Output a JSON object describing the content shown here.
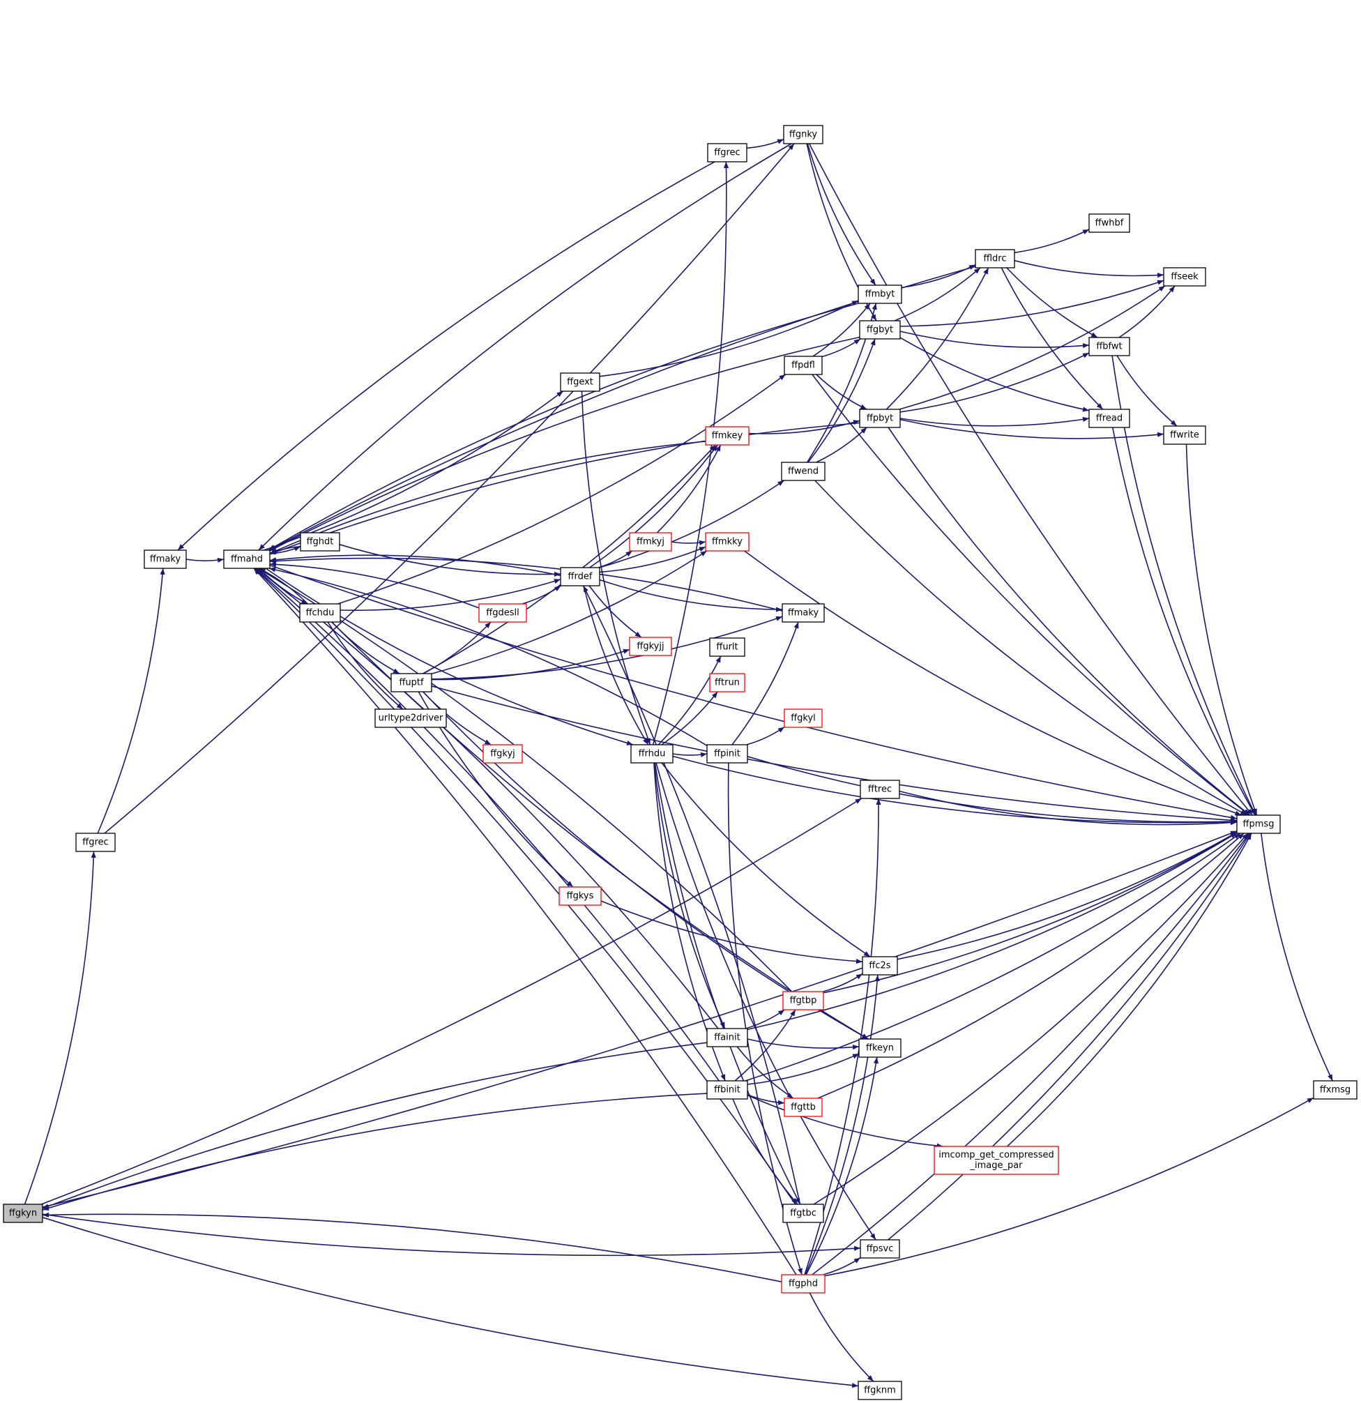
{
  "graph": {
    "nodes": [
      {
        "id": "ffgkyn",
        "label": "ffgkyn",
        "style": "root"
      },
      {
        "id": "ffgrec1",
        "label": "ffgrec",
        "style": "normal"
      },
      {
        "id": "ffmaky1",
        "label": "ffmaky",
        "style": "normal"
      },
      {
        "id": "ffmahd",
        "label": "ffmahd",
        "style": "normal"
      },
      {
        "id": "ffghdt",
        "label": "ffghdt",
        "style": "normal"
      },
      {
        "id": "ffchdu",
        "label": "ffchdu",
        "style": "normal"
      },
      {
        "id": "ffuptf",
        "label": "ffuptf",
        "style": "normal"
      },
      {
        "id": "urltype2driver",
        "label": "urltype2driver",
        "style": "normal"
      },
      {
        "id": "ffgdesll",
        "label": "ffgdesll",
        "style": "red"
      },
      {
        "id": "ffgext",
        "label": "ffgext",
        "style": "normal"
      },
      {
        "id": "ffrdef",
        "label": "ffrdef",
        "style": "normal"
      },
      {
        "id": "ffgkyj",
        "label": "ffgkyj",
        "style": "red"
      },
      {
        "id": "ffgkys",
        "label": "ffgkys",
        "style": "red"
      },
      {
        "id": "ffmkyj",
        "label": "ffmkyj",
        "style": "red"
      },
      {
        "id": "ffmkky",
        "label": "ffmkky",
        "style": "red"
      },
      {
        "id": "ffgkyjj",
        "label": "ffgkyjj",
        "style": "red"
      },
      {
        "id": "ffmkey",
        "label": "ffmkey",
        "style": "red"
      },
      {
        "id": "ffrhdu",
        "label": "ffrhdu",
        "style": "normal"
      },
      {
        "id": "ffgrec2",
        "label": "ffgrec",
        "style": "normal"
      },
      {
        "id": "ffurlt",
        "label": "ffurlt",
        "style": "normal"
      },
      {
        "id": "fftrun",
        "label": "fftrun",
        "style": "red"
      },
      {
        "id": "ffpinit",
        "label": "ffpinit",
        "style": "normal"
      },
      {
        "id": "ffainit",
        "label": "ffainit",
        "style": "normal"
      },
      {
        "id": "ffbinit",
        "label": "ffbinit",
        "style": "normal"
      },
      {
        "id": "ffgnky",
        "label": "ffgnky",
        "style": "normal"
      },
      {
        "id": "ffpdfl",
        "label": "ffpdfl",
        "style": "normal"
      },
      {
        "id": "ffwend",
        "label": "ffwend",
        "style": "normal"
      },
      {
        "id": "ffmaky2",
        "label": "ffmaky",
        "style": "normal"
      },
      {
        "id": "ffgkyl",
        "label": "ffgkyl",
        "style": "red"
      },
      {
        "id": "ffgtbp",
        "label": "ffgtbp",
        "style": "red"
      },
      {
        "id": "ffgttb",
        "label": "ffgttb",
        "style": "red"
      },
      {
        "id": "ffgtbc",
        "label": "ffgtbc",
        "style": "normal"
      },
      {
        "id": "ffgphd",
        "label": "ffgphd",
        "style": "red"
      },
      {
        "id": "ffmbyt",
        "label": "ffmbyt",
        "style": "normal"
      },
      {
        "id": "ffgbyt",
        "label": "ffgbyt",
        "style": "normal"
      },
      {
        "id": "ffpbyt",
        "label": "ffpbyt",
        "style": "normal"
      },
      {
        "id": "fftrec",
        "label": "fftrec",
        "style": "normal"
      },
      {
        "id": "ffc2s",
        "label": "ffc2s",
        "style": "normal"
      },
      {
        "id": "ffkeyn",
        "label": "ffkeyn",
        "style": "normal"
      },
      {
        "id": "ffpsvc",
        "label": "ffpsvc",
        "style": "normal"
      },
      {
        "id": "ffgknm",
        "label": "ffgknm",
        "style": "normal"
      },
      {
        "id": "imcomp",
        "label": "imcomp_get_compressed\n_image_par",
        "style": "red"
      },
      {
        "id": "ffldrc",
        "label": "ffldrc",
        "style": "normal"
      },
      {
        "id": "ffwhbf",
        "label": "ffwhbf",
        "style": "normal"
      },
      {
        "id": "ffbfwt",
        "label": "ffbfwt",
        "style": "normal"
      },
      {
        "id": "ffread",
        "label": "ffread",
        "style": "normal"
      },
      {
        "id": "ffseek",
        "label": "ffseek",
        "style": "normal"
      },
      {
        "id": "ffwrite",
        "label": "ffwrite",
        "style": "normal"
      },
      {
        "id": "ffpmsg",
        "label": "ffpmsg",
        "style": "normal"
      },
      {
        "id": "ffxmsg",
        "label": "ffxmsg",
        "style": "normal"
      }
    ],
    "edges": [
      [
        "ffgkyn",
        "ffpmsg"
      ],
      [
        "ffgkyn",
        "ffgrec1"
      ],
      [
        "ffgkyn",
        "fftrec"
      ],
      [
        "ffgkyn",
        "ffpsvc"
      ],
      [
        "ffgkyn",
        "ffgknm"
      ],
      [
        "ffgrec1",
        "ffmaky1"
      ],
      [
        "ffgrec1",
        "ffgnky"
      ],
      [
        "ffmaky1",
        "ffmahd"
      ],
      [
        "ffmahd",
        "ffghdt"
      ],
      [
        "ffmahd",
        "ffchdu"
      ],
      [
        "ffmahd",
        "ffgext"
      ],
      [
        "ffmahd",
        "ffrhdu"
      ],
      [
        "ffmahd",
        "ffpmsg"
      ],
      [
        "ffghdt",
        "ffmahd"
      ],
      [
        "ffghdt",
        "ffrdef"
      ],
      [
        "ffchdu",
        "ffmahd"
      ],
      [
        "ffchdu",
        "ffuptf"
      ],
      [
        "ffchdu",
        "urltype2driver"
      ],
      [
        "ffchdu",
        "ffrdef"
      ],
      [
        "ffchdu",
        "ffpdfl"
      ],
      [
        "ffchdu",
        "ffkeyn"
      ],
      [
        "ffuptf",
        "ffgdesll"
      ],
      [
        "ffuptf",
        "ffmkey"
      ],
      [
        "ffuptf",
        "ffgkyjj"
      ],
      [
        "ffuptf",
        "ffmkky"
      ],
      [
        "ffuptf",
        "ffmaky2"
      ],
      [
        "ffuptf",
        "ffgkyj"
      ],
      [
        "ffuptf",
        "ffgkys"
      ],
      [
        "ffuptf",
        "ffpmsg"
      ],
      [
        "ffuptf",
        "ffkeyn"
      ],
      [
        "ffgdesll",
        "ffmahd"
      ],
      [
        "ffgdesll",
        "ffrdef"
      ],
      [
        "ffgext",
        "ffmbyt"
      ],
      [
        "ffgext",
        "ffrhdu"
      ],
      [
        "ffrdef",
        "ffmahd"
      ],
      [
        "ffrdef",
        "ffmkey"
      ],
      [
        "ffrdef",
        "ffmkyj"
      ],
      [
        "ffrdef",
        "ffmkky"
      ],
      [
        "ffrdef",
        "ffwend"
      ],
      [
        "ffrdef",
        "ffgkyjj"
      ],
      [
        "ffrdef",
        "ffmaky2"
      ],
      [
        "ffrdef",
        "ffrhdu"
      ],
      [
        "ffmkyj",
        "ffmkky"
      ],
      [
        "ffmkyj",
        "ffmkey"
      ],
      [
        "ffmkey",
        "ffmahd"
      ],
      [
        "ffmkey",
        "ffpbyt"
      ],
      [
        "ffmkky",
        "ffpmsg"
      ],
      [
        "ffgkys",
        "ffc2s"
      ],
      [
        "ffrhdu",
        "ffgrec2"
      ],
      [
        "ffrhdu",
        "ffurlt"
      ],
      [
        "ffrhdu",
        "fftrun"
      ],
      [
        "ffrhdu",
        "ffpinit"
      ],
      [
        "ffrhdu",
        "ffainit"
      ],
      [
        "ffrhdu",
        "ffbinit"
      ],
      [
        "ffrhdu",
        "ffgtbc"
      ],
      [
        "ffrhdu",
        "ffpsvc"
      ],
      [
        "ffrhdu",
        "ffc2s"
      ],
      [
        "ffrhdu",
        "ffpmsg"
      ],
      [
        "ffgrec2",
        "ffgnky"
      ],
      [
        "ffgrec2",
        "ffmaky1"
      ],
      [
        "ffpinit",
        "ffgkyl"
      ],
      [
        "ffpinit",
        "ffmaky2"
      ],
      [
        "ffpinit",
        "ffgphd"
      ],
      [
        "ffpinit",
        "ffmahd"
      ],
      [
        "ffpinit",
        "ffpmsg"
      ],
      [
        "ffainit",
        "ffgtbp"
      ],
      [
        "ffainit",
        "ffkeyn"
      ],
      [
        "ffainit",
        "ffgttb"
      ],
      [
        "ffainit",
        "ffmahd"
      ],
      [
        "ffainit",
        "ffgkyn"
      ],
      [
        "ffainit",
        "ffpmsg"
      ],
      [
        "ffbinit",
        "ffgtbp"
      ],
      [
        "ffbinit",
        "ffkeyn"
      ],
      [
        "ffbinit",
        "ffgttb"
      ],
      [
        "ffbinit",
        "imcomp"
      ],
      [
        "ffbinit",
        "ffgtbc"
      ],
      [
        "ffbinit",
        "ffmahd"
      ],
      [
        "ffbinit",
        "ffgkyn"
      ],
      [
        "ffbinit",
        "ffpmsg"
      ],
      [
        "ffgnky",
        "ffmbyt"
      ],
      [
        "ffgnky",
        "ffgbyt"
      ],
      [
        "ffgnky",
        "ffpmsg"
      ],
      [
        "ffgnky",
        "ffmahd"
      ],
      [
        "ffpdfl",
        "ffmbyt"
      ],
      [
        "ffpdfl",
        "ffgbyt"
      ],
      [
        "ffpdfl",
        "ffpbyt"
      ],
      [
        "ffpdfl",
        "ffpmsg"
      ],
      [
        "ffwend",
        "ffmbyt"
      ],
      [
        "ffwend",
        "ffgbyt"
      ],
      [
        "ffwend",
        "ffpbyt"
      ],
      [
        "ffwend",
        "ffpmsg"
      ],
      [
        "ffmaky2",
        "ffmahd"
      ],
      [
        "ffgtbp",
        "ffc2s"
      ],
      [
        "ffgtbp",
        "ffpmsg"
      ],
      [
        "ffgtbp",
        "ffmahd"
      ],
      [
        "ffgttb",
        "ffpmsg"
      ],
      [
        "ffgtbc",
        "ffmahd"
      ],
      [
        "ffgtbc",
        "ffpmsg"
      ],
      [
        "ffgtbc",
        "ffrdef"
      ],
      [
        "ffgphd",
        "ffpsvc"
      ],
      [
        "ffgphd",
        "ffgknm"
      ],
      [
        "ffgphd",
        "ffc2s"
      ],
      [
        "ffgphd",
        "ffkeyn"
      ],
      [
        "ffgphd",
        "fftrec"
      ],
      [
        "ffgphd",
        "ffpmsg"
      ],
      [
        "ffgphd",
        "ffxmsg"
      ],
      [
        "ffgphd",
        "ffmahd"
      ],
      [
        "ffgphd",
        "ffgkyn"
      ],
      [
        "ffmbyt",
        "ffldrc"
      ],
      [
        "ffmbyt",
        "ffmahd"
      ],
      [
        "ffgbyt",
        "ffldrc"
      ],
      [
        "ffgbyt",
        "ffbfwt"
      ],
      [
        "ffgbyt",
        "ffread"
      ],
      [
        "ffgbyt",
        "ffseek"
      ],
      [
        "ffgbyt",
        "ffmahd"
      ],
      [
        "ffpbyt",
        "ffldrc"
      ],
      [
        "ffpbyt",
        "ffbfwt"
      ],
      [
        "ffpbyt",
        "ffread"
      ],
      [
        "ffpbyt",
        "ffseek"
      ],
      [
        "ffpbyt",
        "ffwrite"
      ],
      [
        "ffpbyt",
        "ffpmsg"
      ],
      [
        "ffpbyt",
        "ffmahd"
      ],
      [
        "fftrec",
        "ffpmsg"
      ],
      [
        "ffc2s",
        "ffpmsg"
      ],
      [
        "ffpsvc",
        "ffpmsg"
      ],
      [
        "imcomp",
        "ffpmsg"
      ],
      [
        "ffldrc",
        "ffwhbf"
      ],
      [
        "ffldrc",
        "ffseek"
      ],
      [
        "ffldrc",
        "ffbfwt"
      ],
      [
        "ffldrc",
        "ffread"
      ],
      [
        "ffldrc",
        "ffmahd"
      ],
      [
        "ffbfwt",
        "ffseek"
      ],
      [
        "ffbfwt",
        "ffwrite"
      ],
      [
        "ffbfwt",
        "ffpmsg"
      ],
      [
        "ffread",
        "ffpmsg"
      ],
      [
        "ffwrite",
        "ffpmsg"
      ],
      [
        "ffpmsg",
        "ffxmsg"
      ]
    ]
  }
}
